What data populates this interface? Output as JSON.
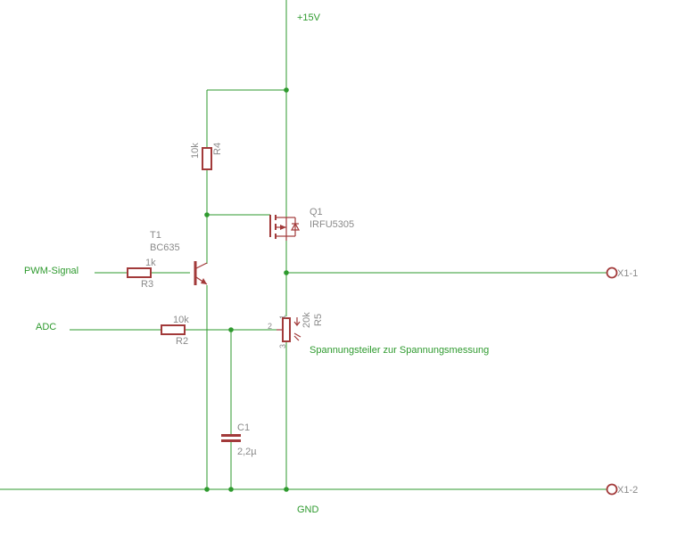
{
  "nets": {
    "vcc": "+15V",
    "gnd": "GND",
    "pwm": "PWM-Signal",
    "adc": "ADC",
    "note": "Spannungsteiler zur Spannungsmessung"
  },
  "parts": {
    "r4": {
      "name": "R4",
      "value": "10k"
    },
    "q1": {
      "name": "Q1",
      "value": "IRFU5305"
    },
    "t1": {
      "name": "T1",
      "value": "BC635"
    },
    "r3": {
      "name": "R3",
      "value": "1k"
    },
    "r2": {
      "name": "R2",
      "value": "10k"
    },
    "r5": {
      "name": "R5",
      "value": "20k",
      "pin1": "1",
      "pin2": "2",
      "pin3": "3"
    },
    "c1": {
      "name": "C1",
      "value": "2,2µ"
    }
  },
  "connectors": {
    "x1_1": "X1-1",
    "x1_2": "X1-2"
  },
  "colors": {
    "wire": "#2e9a2e",
    "part": "#a23a3a",
    "label": "#8a8a8a"
  }
}
